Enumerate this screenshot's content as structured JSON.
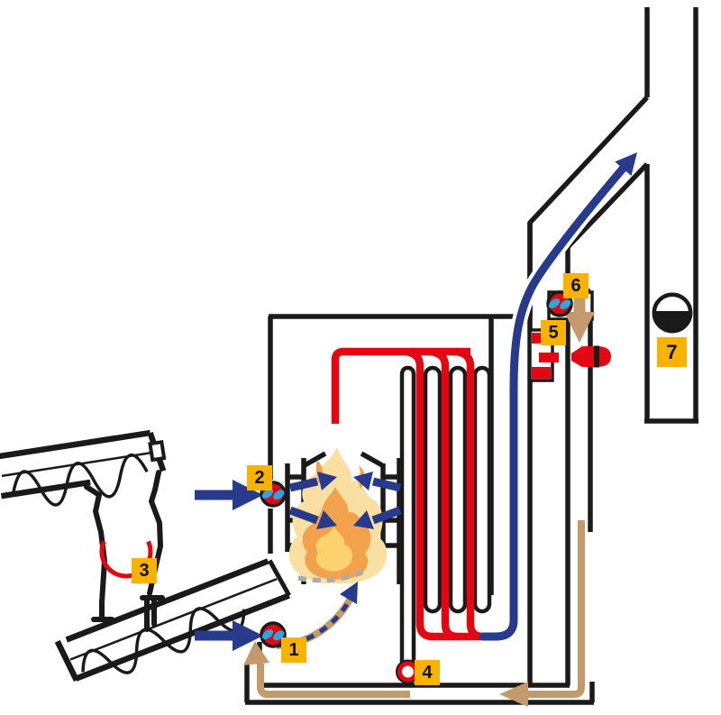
{
  "diagram": {
    "type": "biomass-boiler-flow-schematic",
    "markers": [
      {
        "id": 1,
        "label": "1",
        "attached_to": "primary-air-fan"
      },
      {
        "id": 2,
        "label": "2",
        "attached_to": "secondary-air-fan"
      },
      {
        "id": 3,
        "label": "3",
        "attached_to": "rotary-valve-backburn-protection"
      },
      {
        "id": 4,
        "label": "4",
        "attached_to": "boiler-drain-port"
      },
      {
        "id": 5,
        "label": "5",
        "attached_to": "ignition-device"
      },
      {
        "id": 6,
        "label": "6",
        "attached_to": "flue-gas-fan"
      },
      {
        "id": 7,
        "label": "7",
        "attached_to": "draught-regulator"
      }
    ],
    "colors": {
      "outline_black": "#1a1a1a",
      "hot_red": "#e30613",
      "flue_blue": "#283a8c",
      "fan_blade_blue": "#2aa7df",
      "air_brown": "#c49a6c",
      "marker_yellow": "#f9b200",
      "dash_gray": "#ababab",
      "flame_outer": "#f9dfa2",
      "flame_mid": "#f2a24c",
      "flame_core": "#fbd26e"
    }
  }
}
